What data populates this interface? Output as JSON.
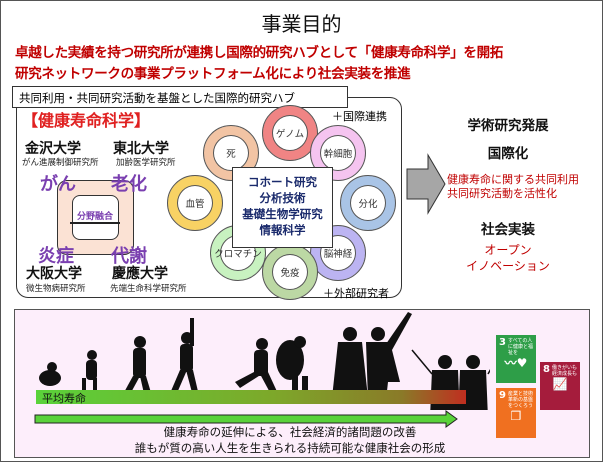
{
  "title": "事業目的",
  "lead": [
    "卓越した実績を持つ研究所が連携し国際的研究ハブとして「健康寿命科学」を開拓",
    "研究ネットワークの事業プラットフォーム化により社会実装を推進"
  ],
  "hub": {
    "label": "共同利用・共同研究活動を基盤とした国際的研究ハブ",
    "field": "【健康寿命科学】",
    "universities": [
      {
        "name": "金沢大学",
        "institute": "がん進展制御研究所"
      },
      {
        "name": "東北大学",
        "institute": "加齢医学研究所"
      },
      {
        "name": "大阪大学",
        "institute": "微生物病研究所"
      },
      {
        "name": "慶應大学",
        "institute": "先端生命科学研究所"
      }
    ],
    "themes": [
      "がん",
      "老化",
      "炎症",
      "代謝"
    ],
    "fusion": "分野融合",
    "rings": [
      {
        "label": "ゲノム",
        "color": "#f08484"
      },
      {
        "label": "幹細胞",
        "color": "#f5c4f0"
      },
      {
        "label": "分化",
        "color": "#a9c4e6"
      },
      {
        "label": "脳神経",
        "color": "#bcb4f2"
      },
      {
        "label": "免疫",
        "color": "#bcd8a4"
      },
      {
        "label": "クロマチン",
        "color": "#c8f2c0"
      },
      {
        "label": "血管",
        "color": "#f8d264"
      },
      {
        "label": "死",
        "color": "#f2c4a4"
      }
    ],
    "core": [
      "コホート研究",
      "分析技術",
      "基礎生物学研究",
      "情報科学"
    ],
    "intl": "＋国際連携",
    "external": "＋外部研究者"
  },
  "outcomes": {
    "academic": "学術研究発展",
    "intl": "国際化",
    "intl_desc": [
      "健康寿命に関する共同利用",
      "共同研究活動を活性化"
    ],
    "social": "社会実装",
    "social_desc": [
      "オープン",
      "イノベーション"
    ]
  },
  "bottom": {
    "lifespan": "平均寿命",
    "goals": [
      "健康寿命の延伸による、社会経済的諸問題の改善",
      "誰もが質の高い人生を生きられる持続可能な健康社会の形成"
    ],
    "sdgs": [
      {
        "num": "3",
        "text": "すべての人に健康と福祉を",
        "color": "#2e9e48"
      },
      {
        "num": "9",
        "text": "産業と技術革新の基盤をつくろう",
        "color": "#f07020"
      },
      {
        "num": "8",
        "text": "働きがいも経済成長も",
        "color": "#a51c3c"
      }
    ]
  }
}
